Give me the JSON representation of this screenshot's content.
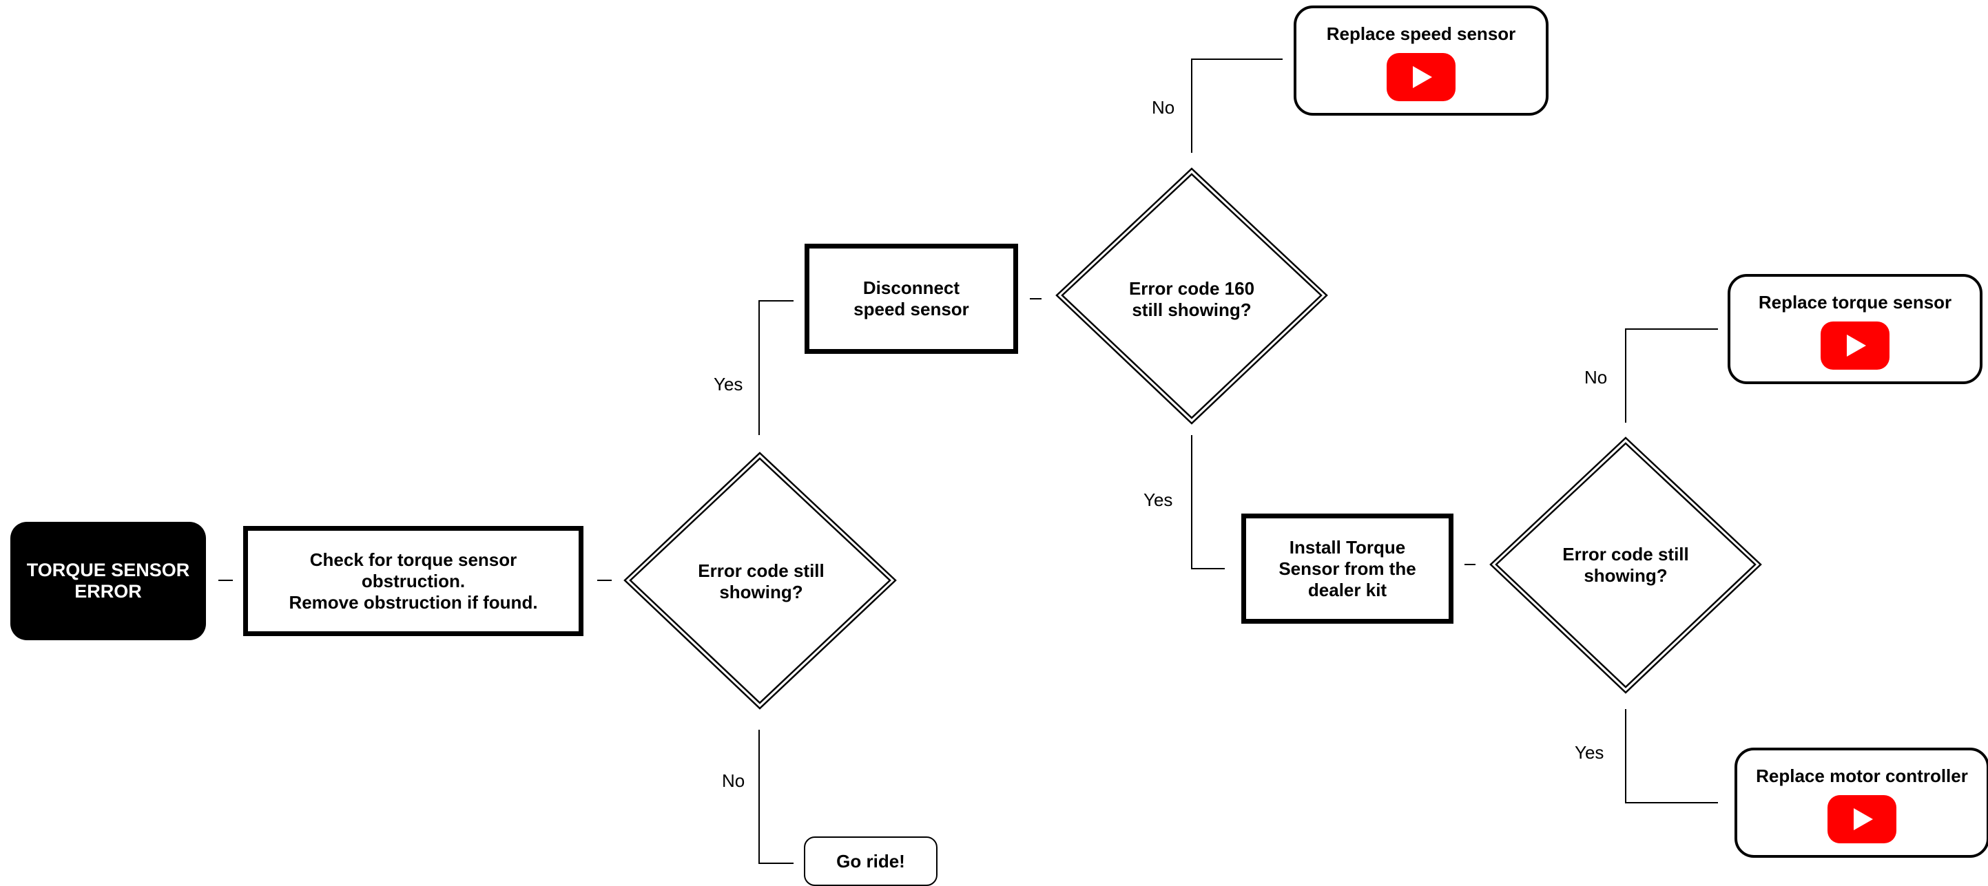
{
  "nodes": {
    "start": "TORQUE SENSOR\nERROR",
    "check_obstruction": "Check for torque sensor obstruction.\nRemove obstruction if found.",
    "decision_1": "Error code still showing?",
    "disconnect_speed_sensor": "Disconnect\nspeed sensor",
    "decision_160": "Error code 160\nstill showing?",
    "replace_speed_sensor": "Replace speed sensor",
    "install_torque_sensor": "Install Torque\nSensor from the\ndealer kit",
    "decision_2": "Error code still showing?",
    "replace_torque_sensor": "Replace torque sensor",
    "replace_motor_controller": "Replace motor controller",
    "go_ride": "Go ride!"
  },
  "edge_labels": {
    "d1_yes": "Yes",
    "d1_no": "No",
    "d160_no": "No",
    "d160_yes": "Yes",
    "d2_no": "No",
    "d2_yes": "Yes"
  },
  "icons": {
    "video": "youtube-play-icon",
    "video_color": "#ff0000"
  }
}
